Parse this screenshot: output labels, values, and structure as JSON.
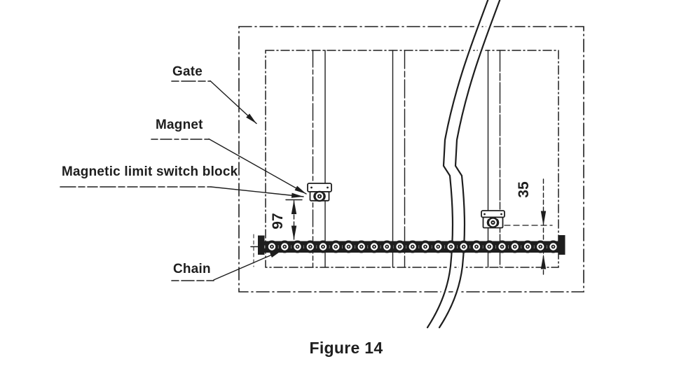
{
  "figure": {
    "caption": "Figure 14"
  },
  "callouts": {
    "gate": "Gate",
    "magnet": "Magnet",
    "magnetic_limit_switch_block": "Magnetic limit switch block",
    "chain": "Chain"
  },
  "dimensions": {
    "magnet_to_chain": "97",
    "block_to_chain": "35"
  },
  "colors": {
    "ink": "#1e1e1e",
    "paper": "#ffffff"
  }
}
